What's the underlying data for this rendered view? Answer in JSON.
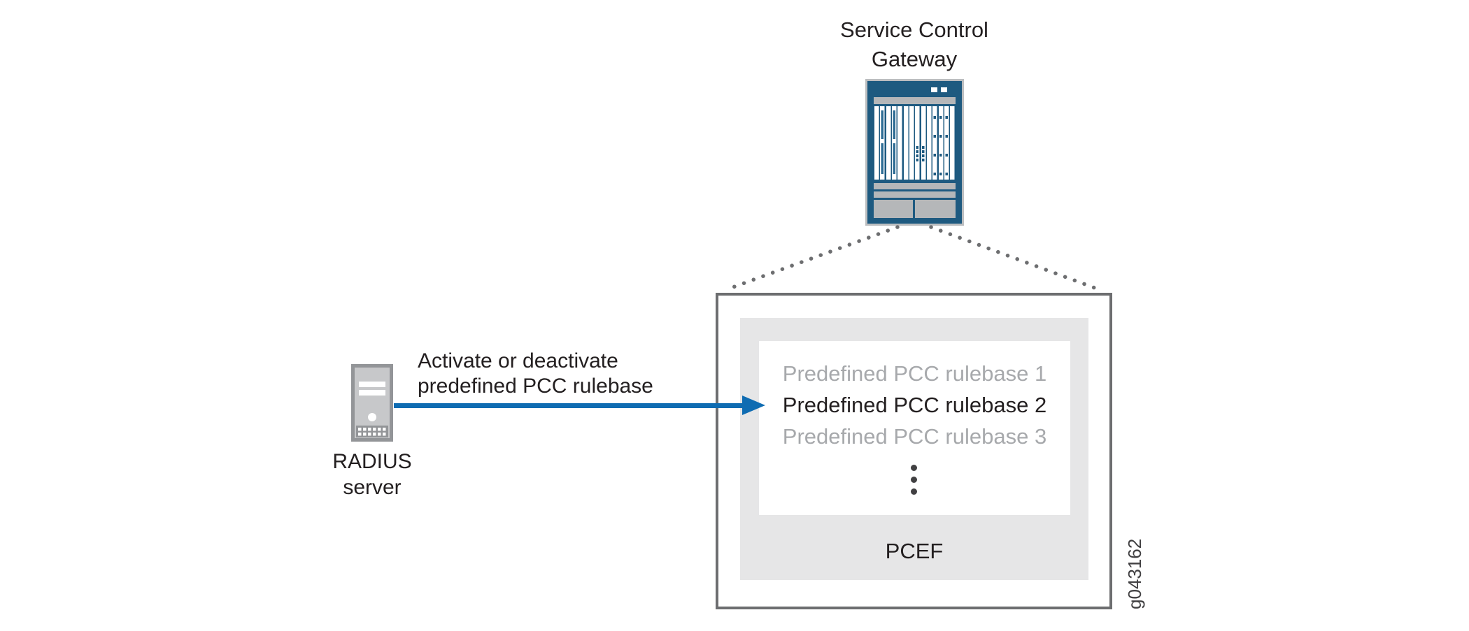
{
  "figure": {
    "gateway_label": {
      "line1": "Service Control",
      "line2": "Gateway"
    },
    "radius_server": {
      "line1": "RADIUS",
      "line2": "server"
    },
    "arrow_label": {
      "line1": "Activate or deactivate",
      "line2": "predefined PCC rulebase"
    },
    "pcef": {
      "label": "PCEF",
      "rulebases": [
        {
          "label": "Predefined PCC rulebase 1",
          "active": false
        },
        {
          "label": "Predefined PCC rulebase 2",
          "active": true
        },
        {
          "label": "Predefined PCC rulebase 3",
          "active": false
        }
      ]
    },
    "figure_id": "g043162",
    "colors": {
      "chassis_blue": "#1e5a80",
      "chassis_frame_gray": "#bcbec0",
      "chassis_bar_gray": "#b5b7b9",
      "arrow_blue": "#0f6cb2",
      "panel_gray": "#e6e6e7",
      "border_gray": "#6d6e70",
      "dot_gray": "#414042",
      "inactive_text_gray": "#a7a9ac",
      "text_black": "#231f20",
      "server_frame_gray": "#939598",
      "server_body_gray": "#c7c8ca"
    }
  }
}
